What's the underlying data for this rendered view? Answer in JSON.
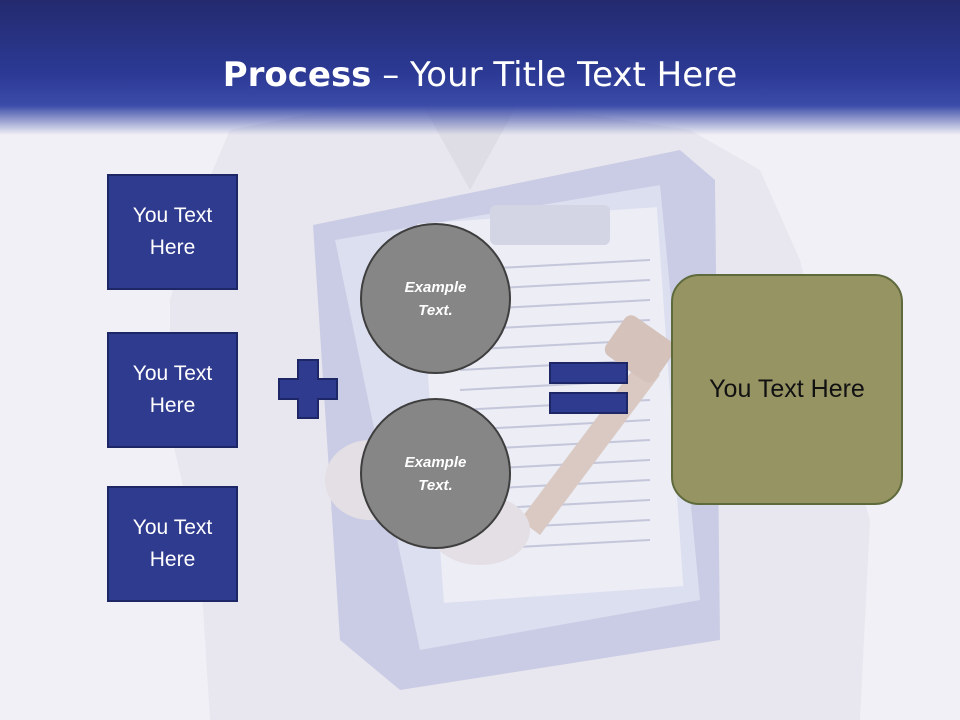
{
  "slide": {
    "title_bold": "Process",
    "title_rest": " – Your Title Text Here"
  },
  "left_boxes": [
    {
      "label": "You Text Here"
    },
    {
      "label": "You Text Here"
    },
    {
      "label": "You Text Here"
    }
  ],
  "circles": [
    {
      "label": "Example Text."
    },
    {
      "label": "Example Text."
    }
  ],
  "result": {
    "label": "You Text Here"
  },
  "icons": {
    "plus": "plus-icon",
    "equals": "equals-icon"
  },
  "colors": {
    "header": "#2c3a95",
    "box_fill": "#2f3b8e",
    "circle_fill": "#868686",
    "result_fill": "#979464"
  }
}
